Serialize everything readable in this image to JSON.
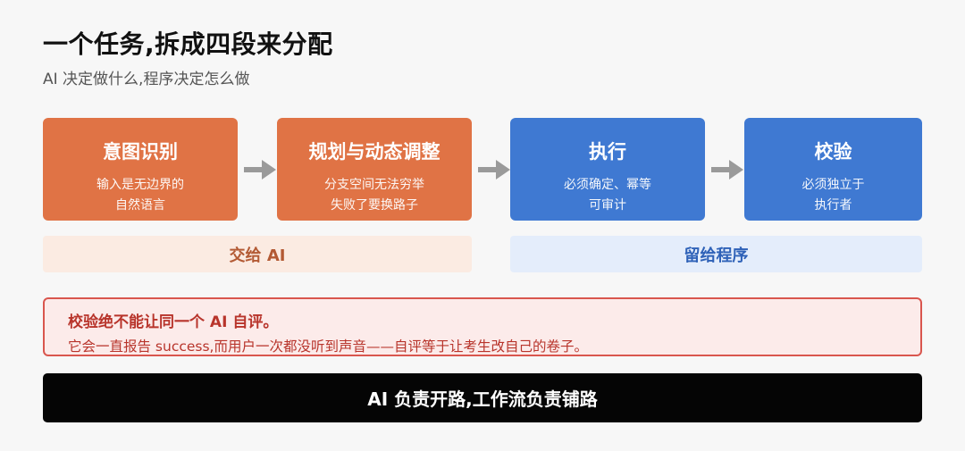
{
  "title": "一个任务,拆成四段来分配",
  "subtitle": "AI 决定做什么,程序决定怎么做",
  "stages": [
    {
      "title": "意图识别",
      "desc": "输入是无边界的\n自然语言",
      "color": "#e07345"
    },
    {
      "title": "规划与动态调整",
      "desc": "分支空间无法穷举\n失败了要换路子",
      "color": "#e07345"
    },
    {
      "title": "执行",
      "desc": "必须确定、幂等\n可审计",
      "color": "#3f79d2"
    },
    {
      "title": "校验",
      "desc": "必须独立于\n执行者",
      "color": "#3f79d2"
    }
  ],
  "groups": {
    "ai": "交给 AI",
    "program": "留给程序"
  },
  "warning": {
    "title": "校验绝不能让同一个 AI 自评。",
    "body": "它会一直报告 success,而用户一次都没听到声音——自评等于让考生改自己的卷子。"
  },
  "footer": "AI 负责开路,工作流负责铺路",
  "colors": {
    "ai_orange": "#e07345",
    "program_blue": "#3f79d2",
    "warning_red": "#d9564e",
    "arrow_gray": "#9a9a9a"
  }
}
